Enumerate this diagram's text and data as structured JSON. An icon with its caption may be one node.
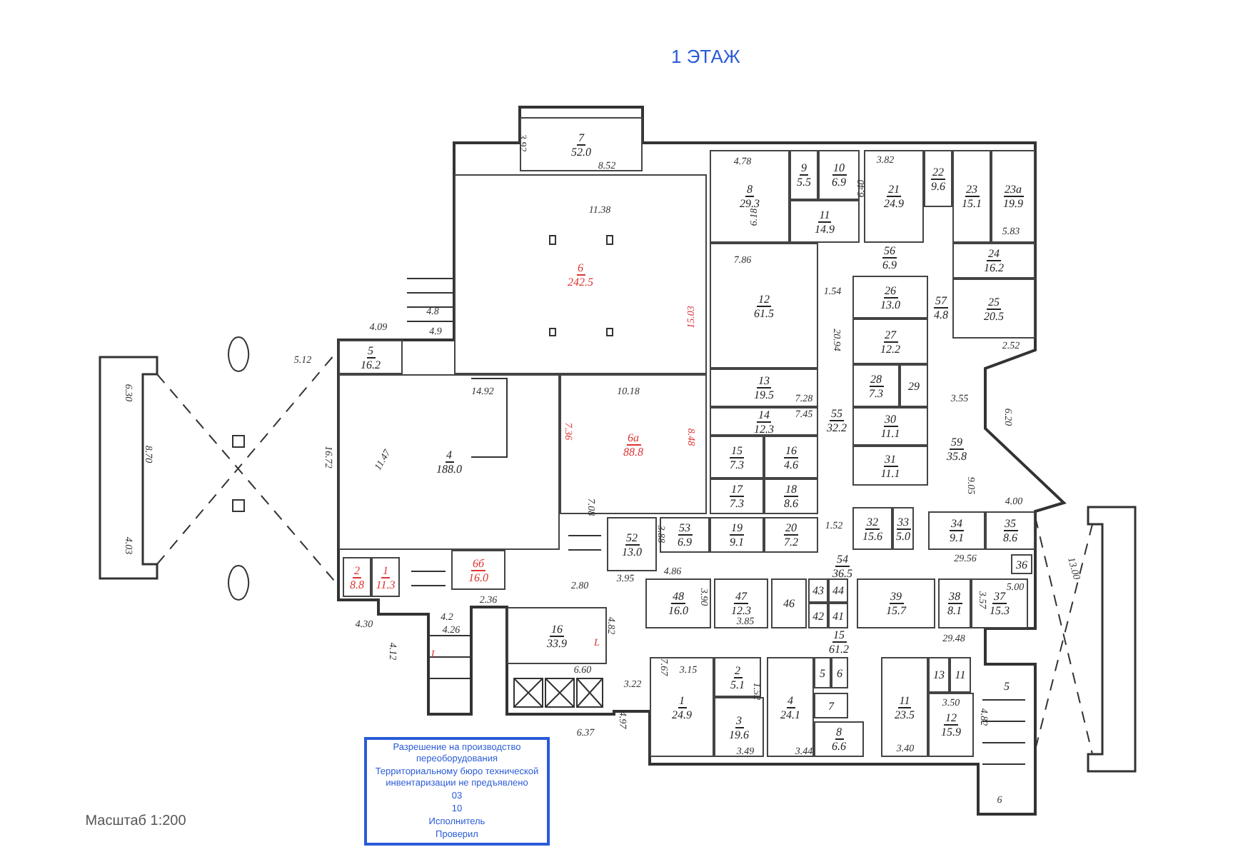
{
  "diagram": {
    "title": "1 ЭТАЖ",
    "nodes": [
      {
        "text": [
          "7",
          "52.0"
        ]
      },
      {
        "text": [
          "6",
          "242.5"
        ]
      },
      {
        "text": [
          "5",
          "16.2"
        ]
      },
      {
        "text": [
          "4",
          "188.0"
        ]
      },
      {
        "text": [
          "6а",
          "88.8"
        ]
      },
      {
        "text": [
          "8",
          "29.3"
        ]
      },
      {
        "text": [
          "9",
          "5.5"
        ]
      },
      {
        "text": [
          "10",
          "6.9"
        ]
      },
      {
        "text": [
          "11",
          "14.9"
        ]
      },
      {
        "text": [
          "21",
          "24.9"
        ]
      },
      {
        "text": [
          "22",
          "9.6"
        ]
      },
      {
        "text": [
          "23",
          "15.1"
        ]
      },
      {
        "text": [
          "23а",
          "19.9"
        ]
      },
      {
        "text": [
          "12",
          "61.5"
        ]
      },
      {
        "text": [
          "26",
          "13.0"
        ]
      },
      {
        "text": [
          "27",
          "12.2"
        ]
      },
      {
        "text": [
          "24",
          "16.2"
        ]
      },
      {
        "text": [
          "25",
          "20.5"
        ]
      },
      {
        "text": [
          "13",
          "19.5"
        ]
      },
      {
        "text": [
          "28",
          "7.3"
        ]
      },
      {
        "text": [
          "29"
        ]
      },
      {
        "text": [
          "14",
          "12.3"
        ]
      },
      {
        "text": [
          "15",
          "7.3"
        ]
      },
      {
        "text": [
          "16",
          "4.6"
        ]
      },
      {
        "text": [
          "17",
          "7.3"
        ]
      },
      {
        "text": [
          "18",
          "8.6"
        ]
      },
      {
        "text": [
          "30",
          "11.1"
        ]
      },
      {
        "text": [
          "31",
          "11.1"
        ]
      },
      {
        "text": [
          "52",
          "13.0"
        ]
      },
      {
        "text": [
          "53",
          "6.9"
        ]
      },
      {
        "text": [
          "19",
          "9.1"
        ]
      },
      {
        "text": [
          "20",
          "7.2"
        ]
      },
      {
        "text": [
          "32",
          "15.6"
        ]
      },
      {
        "text": [
          "33",
          "5.0"
        ]
      },
      {
        "text": [
          "34",
          "9.1"
        ]
      },
      {
        "text": [
          "35",
          "8.6"
        ]
      },
      {
        "text": [
          "36"
        ]
      },
      {
        "text": [
          "48",
          "16.0"
        ]
      },
      {
        "text": [
          "47",
          "12.3"
        ]
      },
      {
        "text": [
          "46"
        ]
      },
      {
        "text": [
          "43"
        ]
      },
      {
        "text": [
          "44"
        ]
      },
      {
        "text": [
          "42"
        ]
      },
      {
        "text": [
          "41"
        ]
      },
      {
        "text": [
          "39",
          "15.7"
        ]
      },
      {
        "text": [
          "38",
          "8.1"
        ]
      },
      {
        "text": [
          "37",
          "15.3"
        ]
      },
      {
        "text": [
          "16",
          "33.9"
        ]
      },
      {
        "text": [
          "6б",
          "16.0"
        ]
      },
      {
        "text": [
          "1",
          "24.9"
        ]
      },
      {
        "text": [
          "2",
          "5.1"
        ]
      },
      {
        "text": [
          "3",
          "19.6"
        ]
      },
      {
        "text": [
          "4",
          "24.1"
        ]
      },
      {
        "text": [
          "5"
        ]
      },
      {
        "text": [
          "6"
        ]
      },
      {
        "text": [
          "7"
        ]
      },
      {
        "text": [
          "8",
          "6.6"
        ]
      },
      {
        "text": [
          "11",
          "23.5"
        ]
      },
      {
        "text": [
          "13"
        ]
      },
      {
        "text": [
          "11"
        ]
      },
      {
        "text": [
          "12",
          "15.9"
        ]
      },
      {
        "text": [
          "56",
          "6.9"
        ]
      },
      {
        "text": [
          "57",
          "4.8"
        ]
      },
      {
        "text": [
          "55",
          "32.2"
        ]
      },
      {
        "text": [
          "59",
          "35.8"
        ]
      },
      {
        "text": [
          "54",
          "36.5"
        ]
      },
      {
        "text": [
          "15",
          "61.2"
        ]
      },
      {
        "text": [
          "2",
          "8.8"
        ]
      },
      {
        "text": [
          "1",
          "11.3"
        ]
      },
      {
        "text": [
          "5"
        ]
      },
      {
        "text": [
          "Разрешение на производство переоборудования",
          "Территориальному бюро технической инвентаризации не предъявлено",
          "03",
          "10",
          "Исполнитель",
          "Проверил"
        ]
      }
    ],
    "labels": [
      "3.92",
      "8.52",
      "11.38",
      "4.78",
      "3.82",
      "6.18",
      "6.40",
      "5.83",
      "7.86",
      "1.54",
      "15.03",
      "4.8",
      "4.9",
      "4.09",
      "20.94",
      "2.52",
      "5.12",
      "14.92",
      "10.18",
      "7.28",
      "7.45",
      "3.55",
      "6.20",
      "16.72",
      "11.47",
      "7.36",
      "8.48",
      "9.05",
      "4.00",
      "7.08",
      "3.88",
      "1.52",
      "29.56",
      "6.30",
      "8.70",
      "4.03",
      "3.95",
      "4.86",
      "2.80",
      "5.00",
      "13.00",
      "3.90",
      "3.57",
      "3.85",
      "29.48",
      "4.30",
      "4.2",
      "2.36",
      "4.26",
      "4.82",
      "4.12",
      "I",
      "L",
      "6.60",
      "7.67",
      "3.15",
      "3.22",
      "1.52",
      "3.50",
      "4.97",
      "4.82",
      "6.37",
      "3.49",
      "3.44",
      "3.40",
      "6",
      "Масштаб 1:200"
    ]
  }
}
